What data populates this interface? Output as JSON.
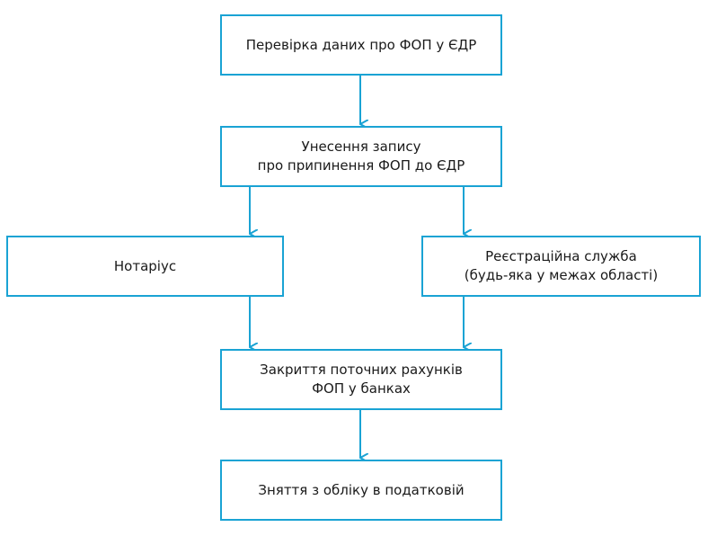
{
  "diagram": {
    "colors": {
      "stroke": "#1aa3d4",
      "text": "#1a1a1a",
      "background": "#ffffff"
    },
    "nodes": {
      "check": {
        "line1": "Перевірка даних про ФОП у ЄДР"
      },
      "record": {
        "line1": "Унесення запису",
        "line2": "про припинення ФОП до ЄДР"
      },
      "notary": {
        "line1": "Нотаріус"
      },
      "registry": {
        "line1": "Реєстраційна служба",
        "line2": "(будь-яка у межах області)"
      },
      "accounts": {
        "line1": "Закриття поточних рахунків",
        "line2": "ФОП у банках"
      },
      "tax": {
        "line1": "Зняття з обліку в податковій"
      }
    },
    "edges": [
      {
        "from": "check",
        "to": "record"
      },
      {
        "from": "record",
        "to": "notary"
      },
      {
        "from": "record",
        "to": "registry"
      },
      {
        "from": "notary",
        "to": "accounts"
      },
      {
        "from": "registry",
        "to": "accounts"
      },
      {
        "from": "accounts",
        "to": "tax"
      }
    ]
  }
}
